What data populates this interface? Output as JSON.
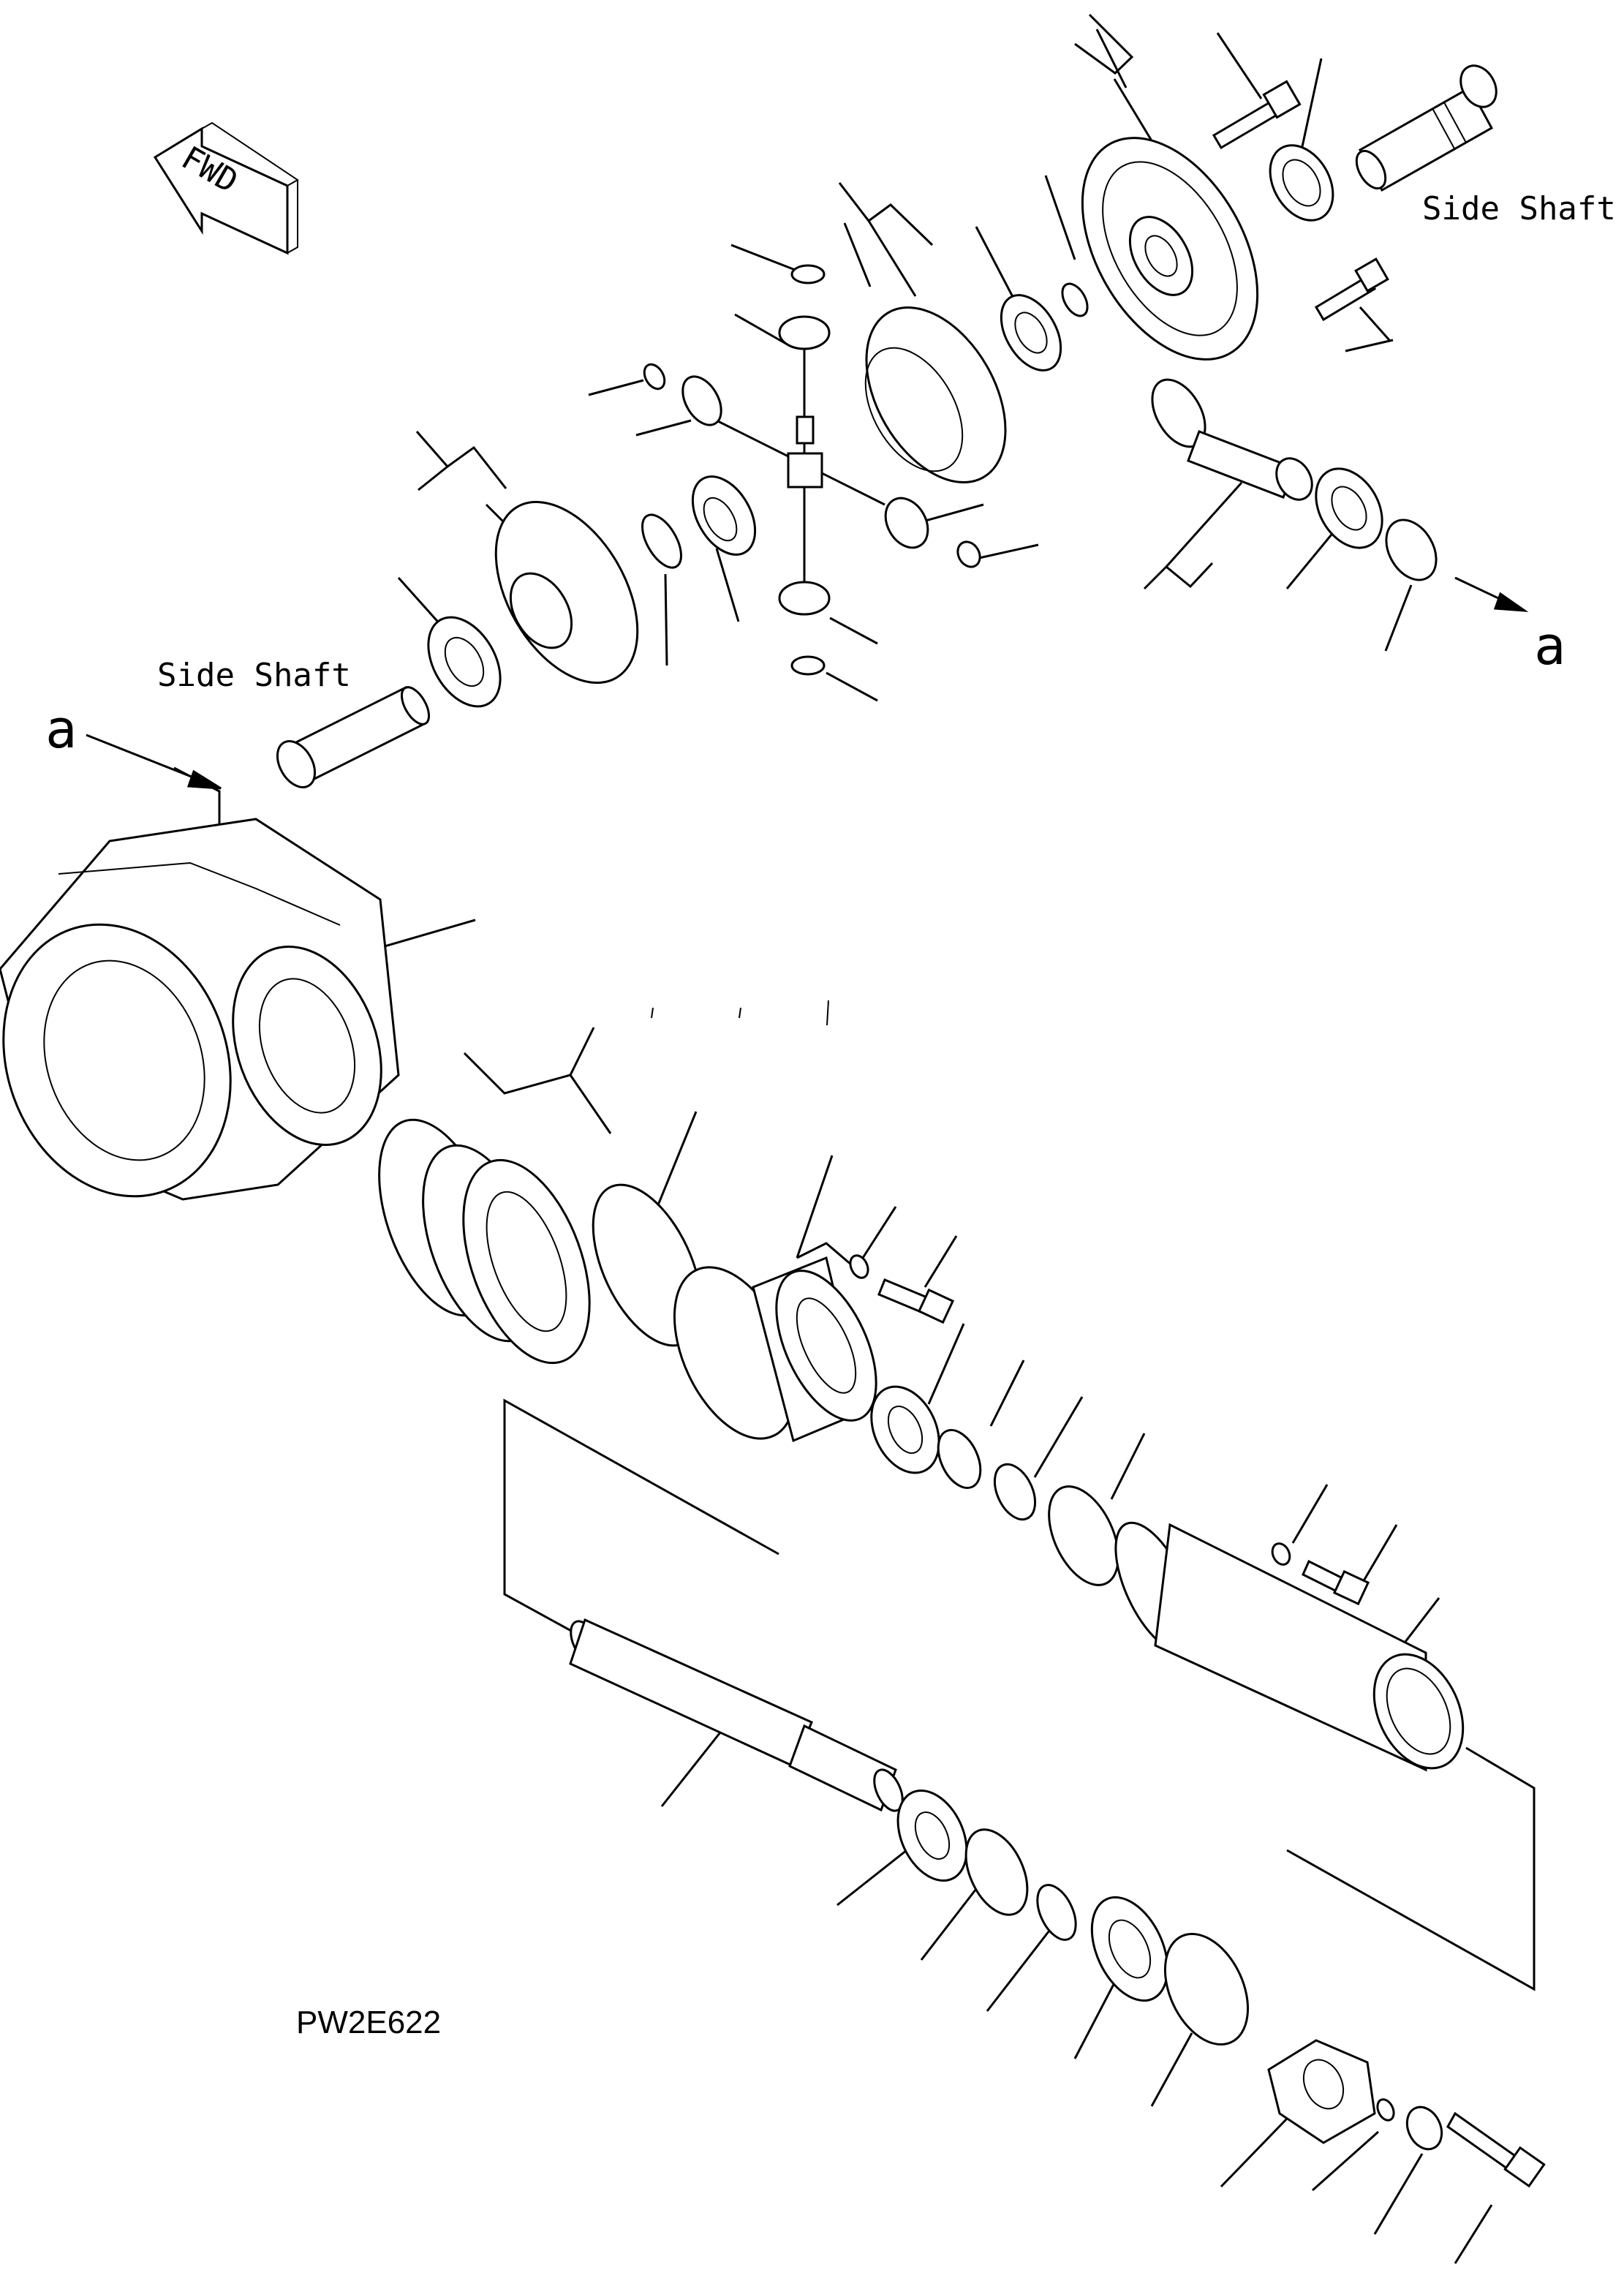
{
  "labels": {
    "side_shaft_right": "Side Shaft",
    "side_shaft_left": "Side Shaft",
    "ref_a_top": "a",
    "ref_a_left": "a",
    "forward": "FWD",
    "drawing_code": "PW2E622"
  },
  "colors": {
    "line": "#000000",
    "background": "#ffffff"
  },
  "icons": {
    "forward_direction": "fwd-arrow-icon",
    "flow_arrow": "arrow-right-icon"
  }
}
